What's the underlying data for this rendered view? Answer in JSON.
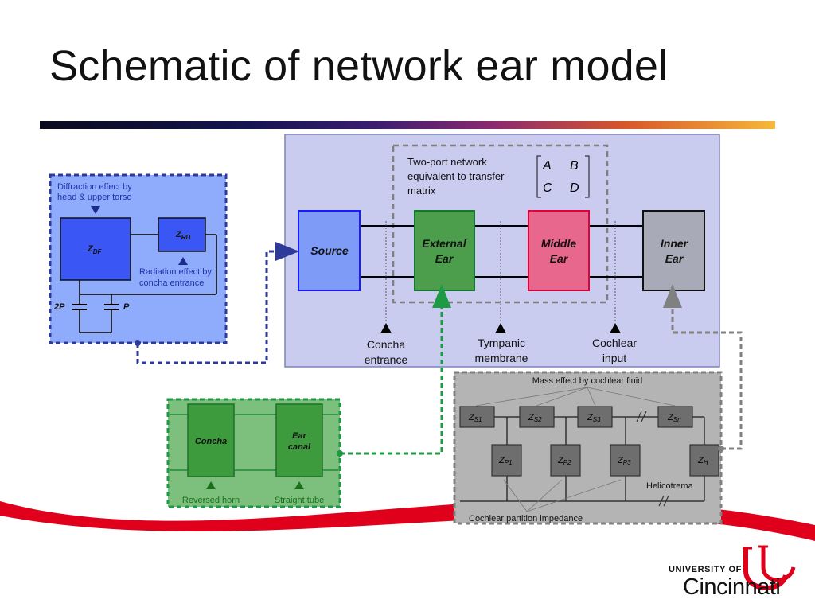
{
  "title": "Schematic of network ear model",
  "colors": {
    "accent_red": "#e0001b",
    "blue_panel": "#8fabfb",
    "blue_border": "#2e3a9a",
    "green_panel": "#7dbf7d",
    "green_border": "#1f9a44",
    "grey_panel": "#b4b4b4",
    "main_panel": "#c9cbef"
  },
  "head_panel": {
    "note_top": [
      "Diffraction effect by",
      "head & upper torso"
    ],
    "zdf": {
      "main": "Z",
      "sub": "DF"
    },
    "zrd": {
      "main": "Z",
      "sub": "RD"
    },
    "note_bottom": [
      "Radiation effect by",
      "concha entrance"
    ],
    "label_2p": "2P",
    "label_p": "P"
  },
  "main_panel": {
    "two_port_note": [
      "Two-port network",
      "equivalent to transfer",
      "matrix"
    ],
    "matrix": [
      "A",
      "B",
      "C",
      "D"
    ],
    "blocks": {
      "source": [
        "Source"
      ],
      "external_ear": [
        "External",
        "Ear"
      ],
      "middle_ear": [
        "Middle",
        "Ear"
      ],
      "inner_ear": [
        "Inner",
        "Ear"
      ]
    },
    "markers": {
      "concha": [
        "Concha",
        "entrance"
      ],
      "tympanic": [
        "Tympanic",
        "membrane"
      ],
      "cochlear": [
        "Cochlear",
        "input"
      ]
    }
  },
  "outer_panel": {
    "concha": "Concha",
    "ear_canal": [
      "Ear",
      "canal"
    ],
    "reversed_horn": "Reversed horn",
    "straight_tube": "Straight tube"
  },
  "cochlea_panel": {
    "mass_note": "Mass effect by cochlear fluid",
    "series": [
      {
        "main": "Z",
        "sub": "S1"
      },
      {
        "main": "Z",
        "sub": "S2"
      },
      {
        "main": "Z",
        "sub": "S3"
      },
      {
        "main": "Z",
        "sub": "Sn"
      }
    ],
    "shunt": [
      {
        "main": "Z",
        "sub": "P1"
      },
      {
        "main": "Z",
        "sub": "P2"
      },
      {
        "main": "Z",
        "sub": "P3"
      },
      {
        "main": "Z",
        "sub": "H"
      }
    ],
    "helicotrema": "Helicotrema",
    "partition_note": "Cochlear partition impedance"
  },
  "logo": {
    "university_of": "UNIVERSITY OF",
    "name": "Cincinnati"
  }
}
